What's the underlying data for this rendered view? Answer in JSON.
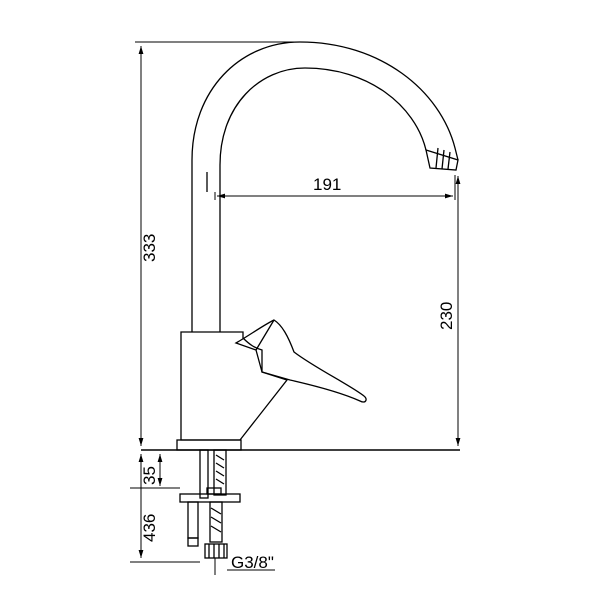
{
  "dimensions": {
    "spout_reach": "191",
    "spout_height": "230",
    "total_height": "333",
    "base_thickness": "35",
    "below_deck": "436",
    "thread": "G3/8\""
  },
  "colors": {
    "line": "#000000",
    "background": "#ffffff"
  }
}
